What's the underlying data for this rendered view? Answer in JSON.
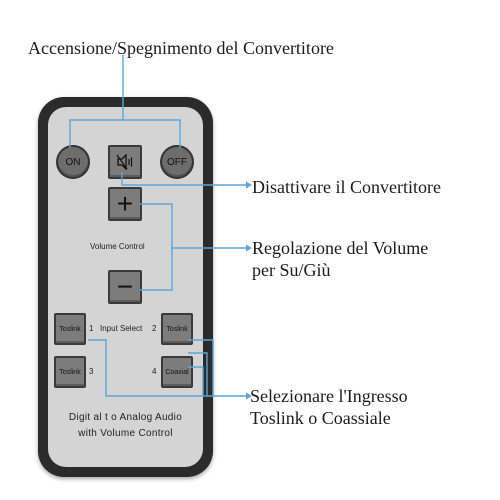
{
  "callouts": {
    "power": "Accensione/Spegnimento del Convertitore",
    "mute": "Disattivare il Convertitore",
    "volume_line1": "Regolazione del Volume",
    "volume_line2": "per Su/Giù",
    "input_line1": "Selezionare l'Ingresso",
    "input_line2": "Toslink o Coassiale"
  },
  "remote": {
    "on_label": "ON",
    "off_label": "OFF",
    "mute_icon": "speaker-mute-icon",
    "plus_label": "+",
    "minus_label": "−",
    "volume_label": "Volume Control",
    "input_label": "Input Select",
    "inputs": [
      {
        "label": "Toslink",
        "number": "1"
      },
      {
        "label": "Toslink",
        "number": "2"
      },
      {
        "label": "Toslink",
        "number": "3"
      },
      {
        "label": "Coaxial",
        "number": "4"
      }
    ],
    "brand_line1": "Digit al t o Analog  Audio",
    "brand_line2": "with Volume Control"
  },
  "colors": {
    "body": "#2b2b2b",
    "face": "#d4d4d4",
    "button": "#7c7c7c",
    "callout_line": "#5aa6d6"
  }
}
